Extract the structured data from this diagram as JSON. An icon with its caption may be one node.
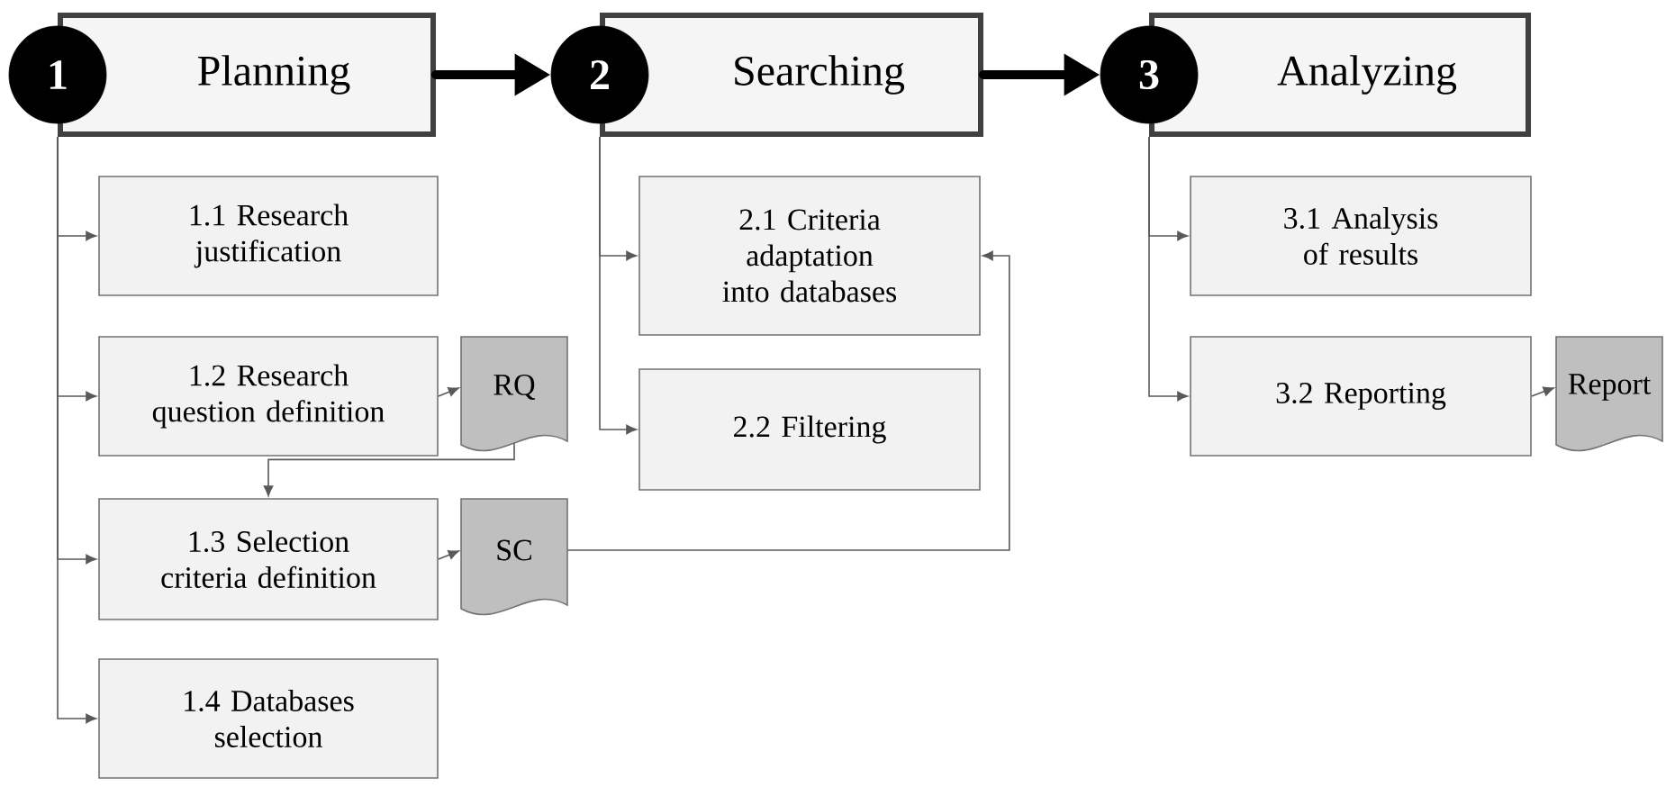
{
  "diagram": {
    "nodes": [
      {
        "text": [
          "1"
        ]
      },
      {
        "text": [
          "Planning"
        ]
      },
      {
        "text": [
          "2"
        ]
      },
      {
        "text": [
          "Searching"
        ]
      },
      {
        "text": [
          "3"
        ]
      },
      {
        "text": [
          "Analyzing"
        ]
      },
      {
        "text": [
          "1.1 Research justification"
        ]
      },
      {
        "text": [
          "1.2 Research question definition"
        ]
      },
      {
        "text": [
          "RQ"
        ]
      },
      {
        "text": [
          "1.3 Selection criteria definition"
        ]
      },
      {
        "text": [
          "SC"
        ]
      },
      {
        "text": [
          "1.4 Databases selection"
        ]
      },
      {
        "text": [
          "2.1 Criteria adaptation into databases"
        ]
      },
      {
        "text": [
          "2.2 Filtering"
        ]
      },
      {
        "text": [
          "3.1 Analysis of results"
        ]
      },
      {
        "text": [
          "3.2 Reporting"
        ]
      },
      {
        "text": [
          "Report"
        ]
      }
    ],
    "edges": [
      {
        "from": 1,
        "to": 2,
        "arrow": "to",
        "style": "thick"
      },
      {
        "from": 3,
        "to": 4,
        "arrow": "to",
        "style": "thick"
      },
      {
        "from": 1,
        "to": 6,
        "arrow": "to"
      },
      {
        "from": 1,
        "to": 7,
        "arrow": "to"
      },
      {
        "from": 1,
        "to": 9,
        "arrow": "to"
      },
      {
        "from": 1,
        "to": 11,
        "arrow": "to"
      },
      {
        "from": 3,
        "to": 12,
        "arrow": "to"
      },
      {
        "from": 3,
        "to": 13,
        "arrow": "to"
      },
      {
        "from": 5,
        "to": 14,
        "arrow": "to"
      },
      {
        "from": 5,
        "to": 15,
        "arrow": "to"
      },
      {
        "from": 7,
        "to": 8,
        "arrow": "to"
      },
      {
        "from": 8,
        "to": 9,
        "arrow": "to"
      },
      {
        "from": 9,
        "to": 10,
        "arrow": "to"
      },
      {
        "from": 10,
        "to": 12,
        "arrow": "to"
      },
      {
        "from": 15,
        "to": 16,
        "arrow": "to"
      }
    ]
  }
}
